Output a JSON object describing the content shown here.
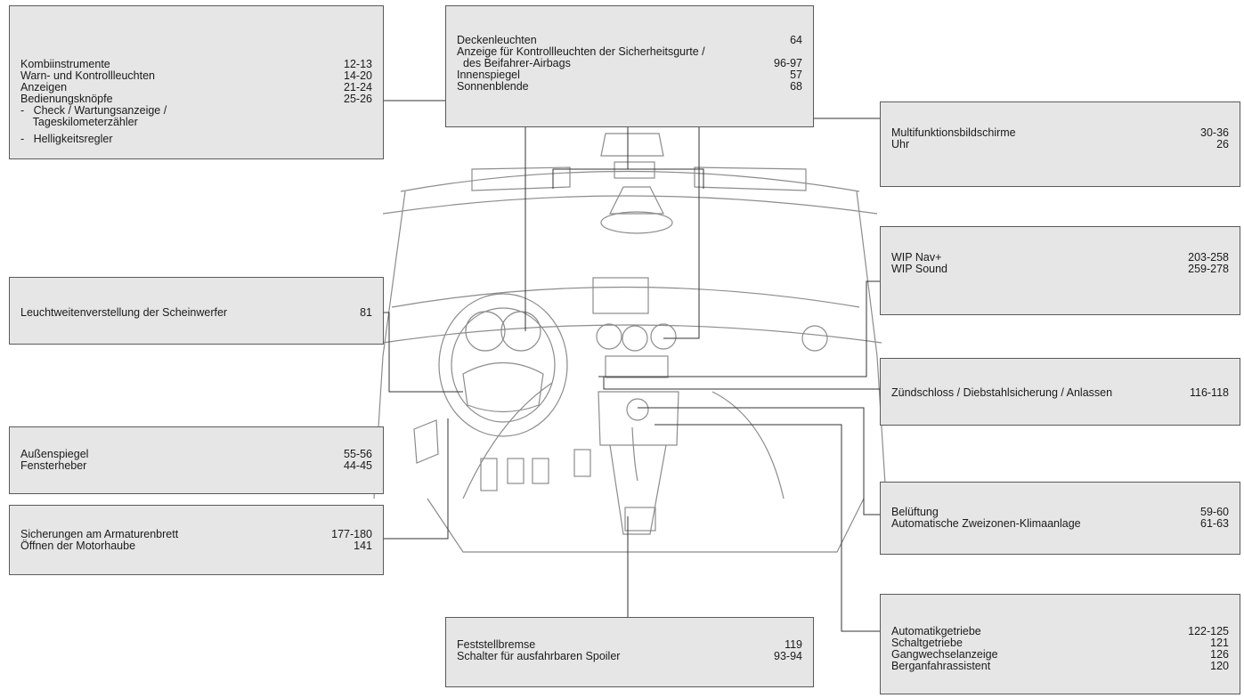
{
  "boxes": {
    "instruments": {
      "items": [
        {
          "label": "Kombiinstrumente",
          "page": "12-13"
        },
        {
          "label": "Warn- und Kontrollleuchten",
          "page": "14-20"
        },
        {
          "label": "Anzeigen",
          "page": "21-24"
        },
        {
          "label": "Bedienungsknöpfe",
          "page": "25-26"
        },
        {
          "label": "-   Check / Wartungsanzeige /",
          "page": ""
        },
        {
          "label": "    Tageskilometerzähler",
          "page": ""
        },
        {
          "label": "-   Helligkeitsregler",
          "page": ""
        }
      ]
    },
    "ceiling": {
      "items": [
        {
          "label": "Deckenleuchten",
          "page": "64"
        },
        {
          "label": "Anzeige für Kontrollleuchten der Sicherheitsgurte /",
          "page": ""
        },
        {
          "label": "  des Beifahrer-Airbags",
          "page": "96-97"
        },
        {
          "label": "Innenspiegel",
          "page": "57"
        },
        {
          "label": "Sonnenblende",
          "page": "68"
        }
      ]
    },
    "multifunction": {
      "items": [
        {
          "label": "Multifunktionsbildschirme",
          "page": "30-36"
        },
        {
          "label": "Uhr",
          "page": "26"
        }
      ]
    },
    "headlamp": {
      "items": [
        {
          "label": "Leuchtweitenverstellung der Scheinwerfer",
          "page": "81"
        }
      ]
    },
    "wip": {
      "items": [
        {
          "label": "WIP Nav+",
          "page": "203-258"
        },
        {
          "label": "WIP Sound",
          "page": "259-278"
        }
      ]
    },
    "ignition": {
      "items": [
        {
          "label": "Zündschloss / Diebstahlsicherung / Anlassen",
          "page": "116-118"
        }
      ]
    },
    "mirrors": {
      "items": [
        {
          "label": "Außenspiegel",
          "page": "55-56"
        },
        {
          "label": "Fensterheber",
          "page": "44-45"
        }
      ]
    },
    "ventilation": {
      "items": [
        {
          "label": "Belüftung",
          "page": "59-60"
        },
        {
          "label": "Automatische Zweizonen-Klimaanlage",
          "page": "61-63"
        }
      ]
    },
    "fuses": {
      "items": [
        {
          "label": "Sicherungen am Armaturenbrett",
          "page": "177-180"
        },
        {
          "label": "Öffnen der Motorhaube",
          "page": "141"
        }
      ]
    },
    "parking": {
      "items": [
        {
          "label": "Feststellbremse",
          "page": "119"
        },
        {
          "label": "Schalter für ausfahrbaren Spoiler",
          "page": "93-94"
        }
      ]
    },
    "gearbox": {
      "items": [
        {
          "label": "Automatikgetriebe",
          "page": "122-125"
        },
        {
          "label": "Schaltgetriebe",
          "page": "121"
        },
        {
          "label": "Gangwechselanzeige",
          "page": "126"
        },
        {
          "label": "Berganfahrassistent",
          "page": "120"
        }
      ]
    }
  },
  "colors": {
    "box_fill": "#e6e6e6",
    "border": "#5a5a5a",
    "drawing": "#8c8c8c"
  }
}
